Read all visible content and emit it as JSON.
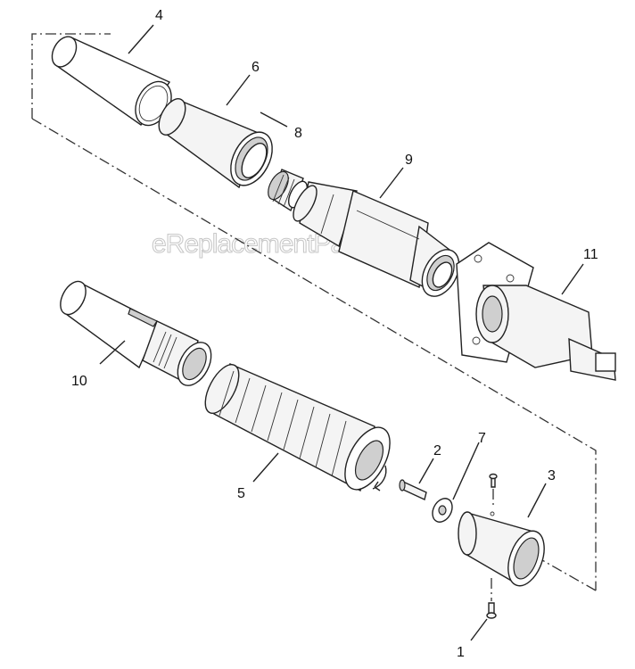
{
  "watermark": "eReplacementParts.com",
  "callouts": [
    {
      "id": "1",
      "text": "1"
    },
    {
      "id": "2",
      "text": "2"
    },
    {
      "id": "3",
      "text": "3"
    },
    {
      "id": "4",
      "text": "4"
    },
    {
      "id": "5",
      "text": "5"
    },
    {
      "id": "6",
      "text": "6"
    },
    {
      "id": "7",
      "text": "7"
    },
    {
      "id": "8",
      "text": "8"
    },
    {
      "id": "9",
      "text": "9"
    },
    {
      "id": "10",
      "text": "10"
    },
    {
      "id": "11",
      "text": "11"
    }
  ]
}
